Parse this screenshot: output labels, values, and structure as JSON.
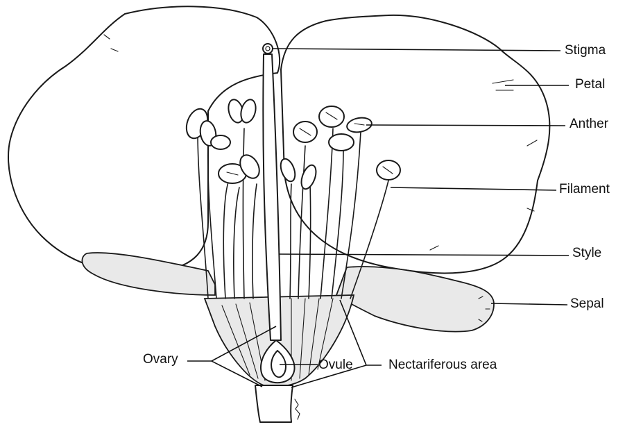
{
  "labels": {
    "stigma": "Stigma",
    "petal": "Petal",
    "anther": "Anther",
    "filament": "Filament",
    "style": "Style",
    "sepal": "Sepal",
    "ovary": "Ovary",
    "ovule": "Ovule",
    "nectariferous": "Nectariferous area"
  },
  "colors": {
    "ink": "#1a1a1a",
    "stipple": "#e9e9e9",
    "background": "#ffffff"
  }
}
